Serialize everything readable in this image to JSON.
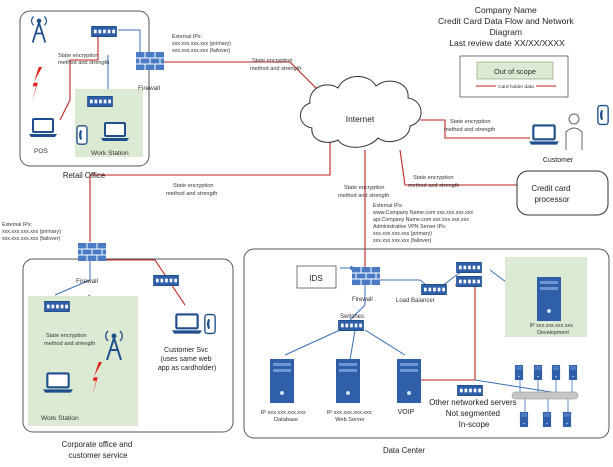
{
  "header": {
    "title_lines": [
      "Company Name",
      "Credit Card Data Flow and Network",
      "Diagram",
      "Last review date XX/XX/XXXX"
    ]
  },
  "legend": {
    "out_of_scope": "Out of scope",
    "cardholder_data": "Card holder data"
  },
  "retail": {
    "caption": "Retail Office",
    "pos": "POS",
    "workstation": "Work Station",
    "firewall": "Firewall",
    "enc_lines": [
      "State encryption",
      "method and strength"
    ],
    "ext_ip_lines": [
      "External IPs:",
      "xxx.xxx.xxx.xxx (primary)",
      "xxx.xxx.xxx.xxx (failover)"
    ]
  },
  "internet": {
    "label": "Internet"
  },
  "links": {
    "retail_internet": [
      "State encryption",
      "method and strength"
    ],
    "internet_customer": [
      "State encryption",
      "method and strength"
    ],
    "internet_processor": [
      "State encryption",
      "method and strength"
    ],
    "internet_corp": [
      "State encryption",
      "method and strength"
    ],
    "internet_dc": [
      "State encryption",
      "method and strength"
    ]
  },
  "customer": {
    "label": "Customer"
  },
  "processor": {
    "label_lines": [
      "Credit card",
      "processor"
    ]
  },
  "corporate": {
    "caption_lines": [
      "Corporate office and",
      "customer service"
    ],
    "firewall": "Firewall",
    "ext_ip_lines": [
      "External IPs:",
      "xxx.xxx.xxx.xxx (primary)",
      "xxx.xxx.xxx.xxx (failover)"
    ],
    "enc_lines": [
      "State encryption",
      "method and strength"
    ],
    "workstation": "Work Station",
    "svc_lines": [
      "Customer Svc",
      "(uses same web",
      "app as cardholder)"
    ]
  },
  "datacenter": {
    "caption": "Data Center",
    "info_lines": [
      "External IPs:",
      "www.Company Name.com xxx.xxx.xxx.xxx",
      "api.Company Name.com xxx.xxx.xxx.xxx",
      "Administrative VPN Server IPs:",
      "xxx.xxx.xxx.xxx (primary)",
      "xxx.xxx.xxx.xxx (failover)"
    ],
    "ids": "IDS",
    "firewall": "Firewall",
    "load_balancer": "Load Balancer",
    "switches": "Switches",
    "dev_lines": [
      "IP xxx.xxx.xxx.xxx",
      "Development"
    ],
    "db_lines": [
      "IP xxx.xxx.xxx.xxx",
      "Database"
    ],
    "web_lines": [
      "IP xxx.xxx.xxx.xxx",
      "Web Server"
    ],
    "voip": "VOIP",
    "other_lines": [
      "Other networked servers",
      "Not segmented",
      "In-scope"
    ]
  }
}
